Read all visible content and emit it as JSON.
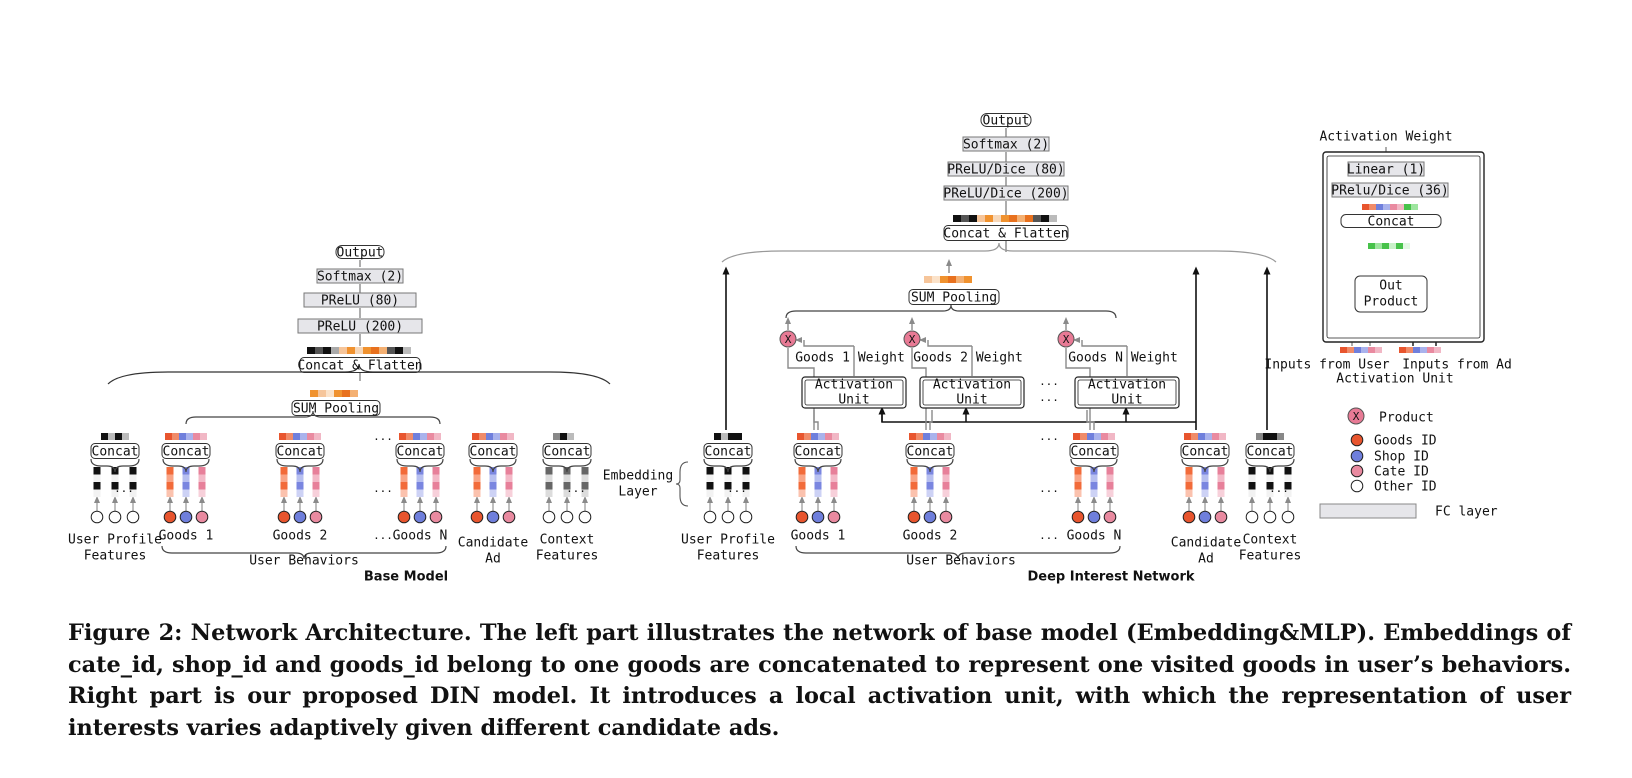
{
  "labels": {
    "output": "Output",
    "softmax": "Softmax (2)",
    "prelu80": "PReLU (80)",
    "prelu200": "PReLU (200)",
    "dice80": "PReLU/Dice (80)",
    "dice200": "PReLU/Dice (200)",
    "concat_flatten": "Concat & Flatten",
    "sum_pooling": "SUM Pooling",
    "concat": "Concat",
    "dots": "...",
    "user_profile_line1": "User Profile",
    "user_profile_line2": "Features",
    "goods1": "Goods 1",
    "goods2": "Goods 2",
    "goodsN": "Goods N",
    "user_behaviors": "User Behaviors",
    "candidate_line1": "Candidate",
    "candidate_line2": "Ad",
    "context_line1": "Context",
    "context_line2": "Features",
    "base_model": "Base Model",
    "din": "Deep Interest Network",
    "embedding_line1": "Embedding",
    "embedding_line2": "Layer",
    "activation_unit_line1": "Activation",
    "activation_unit_line2": "Unit",
    "goods1_weight": "Goods 1 Weight",
    "goods2_weight": "Goods 2 Weight",
    "goodsN_weight": "Goods N Weight",
    "product_symbol": "X",
    "activation_weight": "Activation Weight",
    "linear1": "Linear (1)",
    "prelu_dice36": "PRelu/Dice (36)",
    "out_product_line1": "Out",
    "out_product_line2": "Product",
    "inputs_from_user": "Inputs from User",
    "inputs_from_ad": "Inputs from Ad",
    "activation_unit_caption": "Activation Unit",
    "legend_product": "Product",
    "legend_goods_id": "Goods ID",
    "legend_shop_id": "Shop ID",
    "legend_cate_id": "Cate ID",
    "legend_other_id": "Other ID",
    "legend_fc": "FC layer"
  },
  "colors": {
    "goods": "#e8552e",
    "shop": "#6f7fdc",
    "cate": "#e98aa0",
    "other": "#ffffff",
    "product": "#e87a95",
    "fc": "#e6e6ea",
    "orange": "#f0922f",
    "green": "#47c24a"
  },
  "caption": "Figure 2: Network Architecture. The left part illustrates the network of base model (Embedding&MLP). Embeddings of cate_id, shop_id and goods_id belong to one goods are concatenated to represent one visited goods in user’s behaviors. Right part is our proposed DIN model. It introduces a local activation unit, with which the representation of user interests varies adaptively given different candidate ads."
}
